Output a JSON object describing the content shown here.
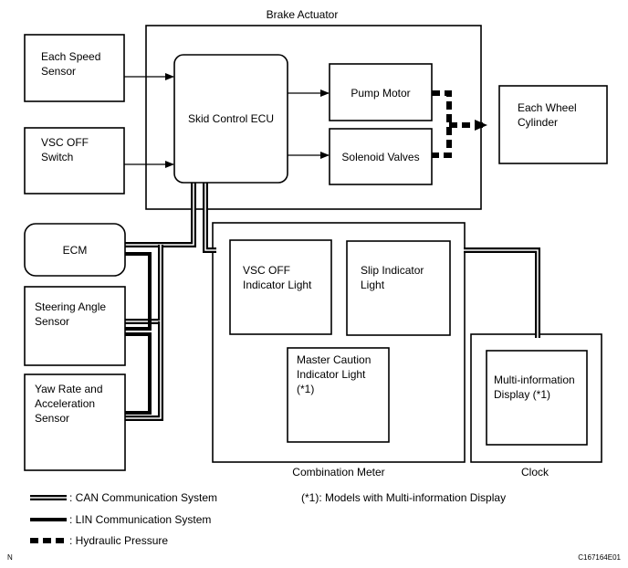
{
  "labels": {
    "brake_actuator": "Brake Actuator",
    "speed_sensor": [
      "Each Speed",
      "Sensor"
    ],
    "vsc_off_switch": [
      "VSC OFF",
      "Switch"
    ],
    "skid_ecu": "Skid Control ECU",
    "pump_motor": "Pump Motor",
    "solenoid_valves": "Solenoid Valves",
    "wheel_cylinder": [
      "Each Wheel",
      "Cylinder"
    ],
    "ecm": "ECM",
    "steering_sensor": [
      "Steering Angle",
      "Sensor"
    ],
    "yaw_sensor": [
      "Yaw Rate and",
      "Acceleration",
      "Sensor"
    ],
    "vsc_off_light": [
      "VSC OFF",
      "Indicator Light"
    ],
    "slip_light": [
      "Slip Indicator",
      "Light"
    ],
    "master_caution": [
      "Master Caution",
      "Indicator Light",
      "(*1)"
    ],
    "multi_display": [
      "Multi-information",
      "Display (*1)"
    ],
    "combination_meter": "Combination Meter",
    "clock": "Clock"
  },
  "legend": {
    "can": ": CAN Communication System",
    "lin": ": LIN Communication System",
    "hydraulic": ": Hydraulic Pressure"
  },
  "footnote": "(*1): Models with Multi-information Display",
  "corner_left": "N",
  "corner_right": "C167164E01"
}
